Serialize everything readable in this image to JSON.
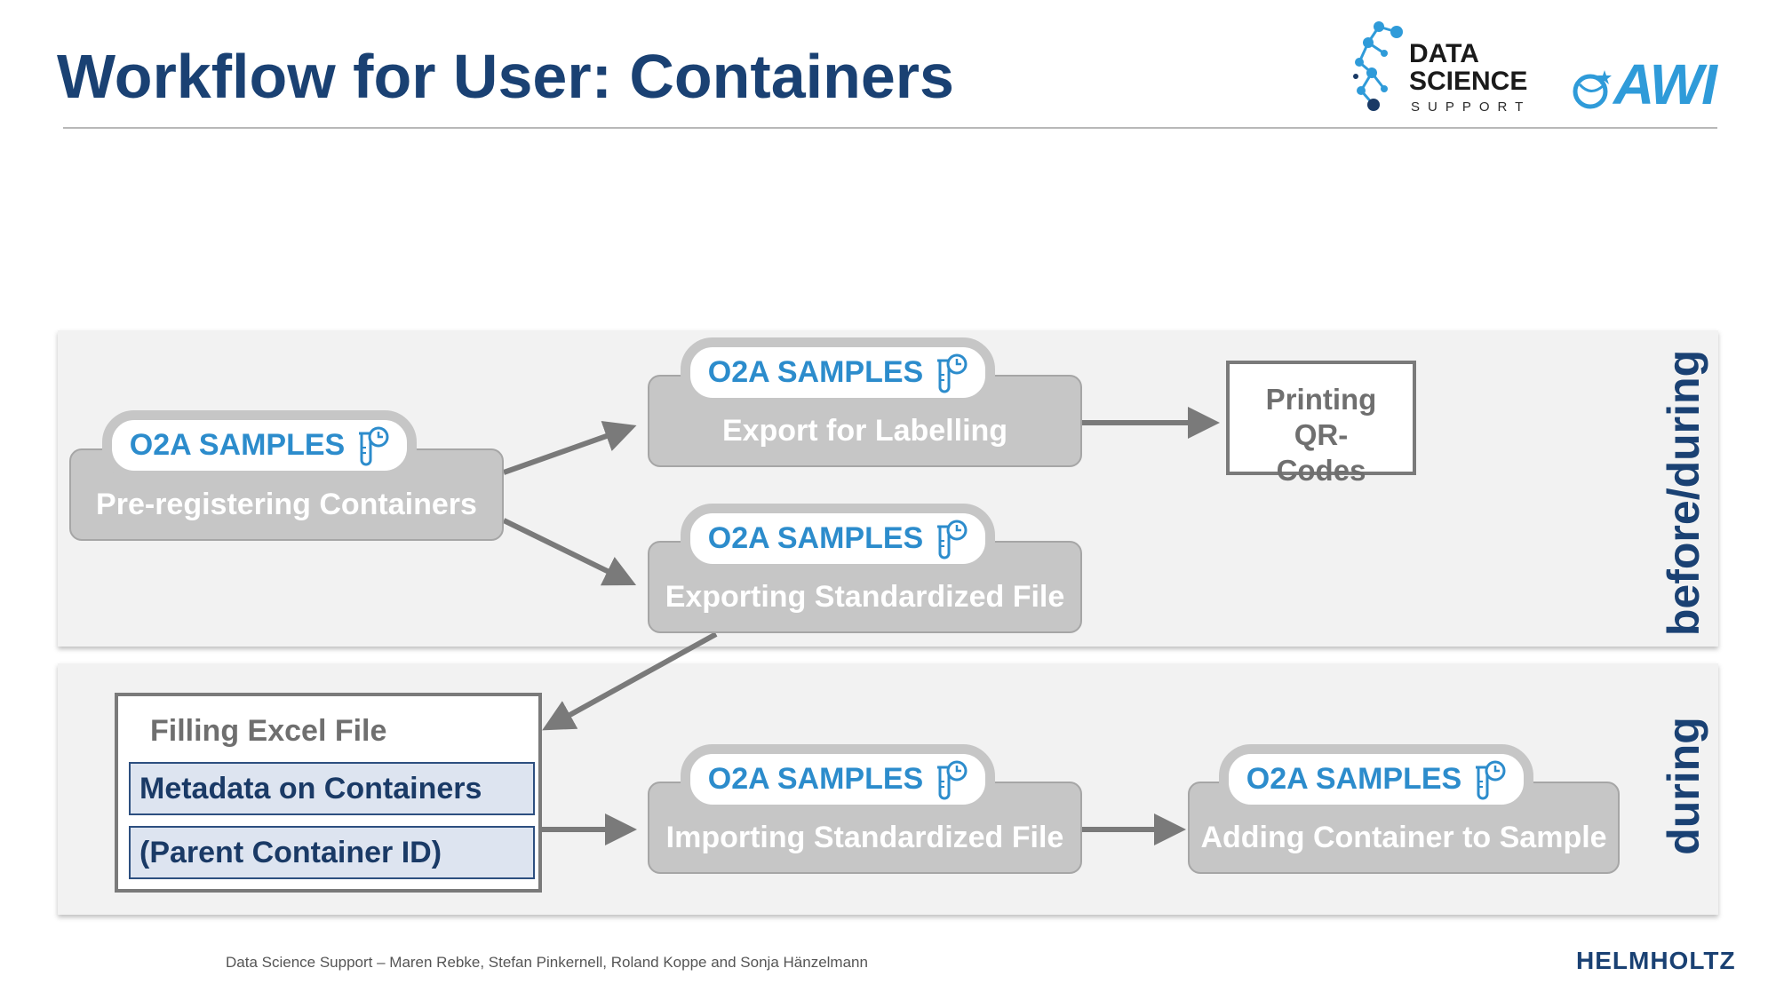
{
  "title": "Workflow for User: Containers",
  "logos": {
    "dss_line1": "DATA",
    "dss_line2": "SCIENCE",
    "dss_line3": "SUPPORT",
    "awi": "AWI"
  },
  "bands": {
    "top_label": "before/during",
    "bottom_label": "during"
  },
  "badge_label": "O2A SAMPLES",
  "nodes": {
    "preregister": "Pre-registering Containers",
    "export_labelling": "Export for Labelling",
    "printing_qr": "Printing QR-Codes",
    "export_standardized": "Exporting Standardized File",
    "import_standardized": "Importing Standardized File",
    "adding_container": "Adding Container to Sample"
  },
  "excel": {
    "title": "Filling Excel File",
    "item1": "Metadata on Containers",
    "item2": "(Parent Container ID)"
  },
  "footer": {
    "credits": "Data Science Support – Maren Rebke, Stefan Pinkernell, Roland Koppe and Sonja Hänzelmann",
    "helmholtz": "HELMHOLTZ"
  },
  "colors": {
    "title": "#1a4173",
    "badge_text": "#2c8ccc",
    "process_box": "#c6c6c6",
    "band_bg": "#f2f2f2",
    "arrow": "#7a7a7a"
  }
}
